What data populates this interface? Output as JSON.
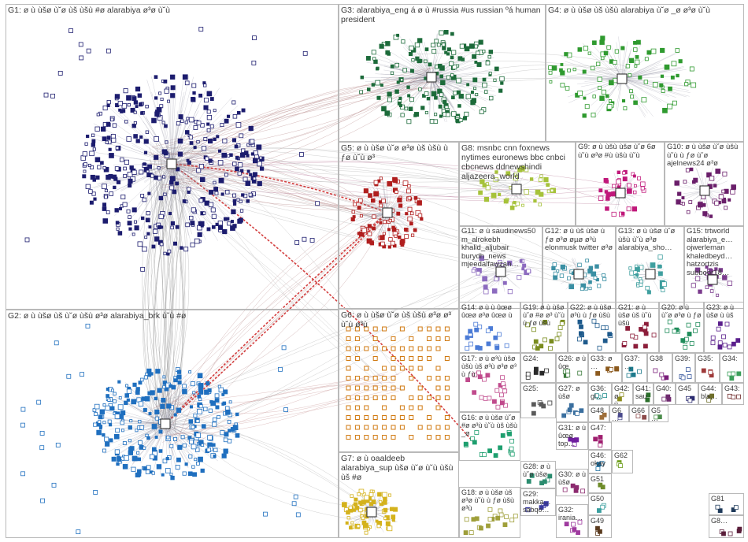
{
  "graph": {
    "groups": [
      {
        "id": "G1",
        "label": "G1: ø ù ùšø ù˘ø ùš ùšù #ø alarabiya ø³ø ù˘ù",
        "color": "#1c1c6e",
        "size": "large"
      },
      {
        "id": "G2",
        "label": "G2: ø ù ùšø ùš ù˘ø ùšù ø³ø alarabiya_brk ù˘ù #ø",
        "color": "#1f6fbf",
        "size": "large"
      },
      {
        "id": "G3",
        "label": "G3: alarabiya_eng á ø ù #russia #us russian ºá human president",
        "color": "#1c6b3a",
        "size": "large"
      },
      {
        "id": "G4",
        "label": "G4: ø ù ùšø ùš ùšù alarabiya ù˘ø _ø ø³ø ù˘ù",
        "color": "#2f9a2f",
        "size": "medium"
      },
      {
        "id": "G5",
        "label": "G5: ø ù ùšø ù˘ø ø³ø ùš ùšù ù ƒø ù˘ù ø³",
        "color": "#b01e1e",
        "size": "medium"
      },
      {
        "id": "G6",
        "label": "G6: ø ù ùšø ù˘ø ùš ùšù ø³ø ø³ ù˘ù ø³ù",
        "color": "#d07a12",
        "size": "medium"
      },
      {
        "id": "G7",
        "label": "G7: ø ù oaaldeeb alarabiya_sup ùšø ù˘ø ù˘ù ùšù ùš #ø",
        "color": "#d4b21c",
        "size": "medium"
      },
      {
        "id": "G8",
        "label": "G8: msnbc cnn foxnews nytimes euronews bbc cnbci cbcnews ddnewshindi aljazeera_world",
        "color": "#a6c23a",
        "size": "medium"
      },
      {
        "id": "G9",
        "label": "G9: ø ù ùšù ùšø ù˘ø 6ø ù˘ù ø³ø #ù ùšù ù˘ù",
        "color": "#c0187a",
        "size": "small"
      },
      {
        "id": "G10",
        "label": "G10: ø ù ùšø ù˘ø ùšù ù˘ù ù ƒø ù˘ø ajelnews24 ø³ø",
        "color": "#6a1e6a",
        "size": "small"
      },
      {
        "id": "G11",
        "label": "G11: ø ù saudinews50 m_alrokebh khalid_aljubair burydh_news mjeedalfawzan…",
        "color": "#8c6bbf",
        "size": "small"
      },
      {
        "id": "G12",
        "label": "G12: ø ù ùš ùšø ù ƒø ø³ø øµø ø³ù elonmusk twitter ø³ø",
        "color": "#3a8fa3",
        "size": "small"
      },
      {
        "id": "G13",
        "label": "G13: ø ù ùšø ù˘ø ùšù ù˘ù ø³ø alarabiya_sho…",
        "color": "#3f9f9f",
        "size": "small"
      },
      {
        "id": "G15",
        "label": "G15: trtworld alarabiya_e… ojwerleman khaledbeyd… hatzortzis subboor18…",
        "color": "#7a3a8c",
        "size": "small"
      },
      {
        "id": "G14",
        "label": "G14: ø ù ù ûœø ûœø ø³ø ûœø ù",
        "color": "#4b7bd6",
        "size": "tiny"
      },
      {
        "id": "G19",
        "label": "G19: ø ù ùšø ù˘ø #ø ø³ ù˘ù ù ƒø ùšù",
        "color": "#7a8c1e",
        "size": "tiny"
      },
      {
        "id": "G22",
        "label": "G22: ø ù ùšø ø³ù ù ƒø ùšù",
        "color": "#1e5a8c",
        "size": "tiny"
      },
      {
        "id": "G21",
        "label": "G21: ø ù ùšø ùš ù˘ù ùšù",
        "color": "#8c1e3a",
        "size": "tiny"
      },
      {
        "id": "G20",
        "label": "G20: ø ù ù˘ø ø³ø ù ƒø",
        "color": "#1e8c5a",
        "size": "tiny"
      },
      {
        "id": "G23",
        "label": "G23: ø ù ùšø ù ùš",
        "color": "#5a1e8c",
        "size": "tiny"
      },
      {
        "id": "G24",
        "label": "G24:",
        "color": "#2a2a2a",
        "size": "tiny"
      },
      {
        "id": "G26",
        "label": "G26: ø ù ûœ",
        "color": "#3a7a3a",
        "size": "tiny"
      },
      {
        "id": "G33",
        "label": "G33: ø …",
        "color": "#8c5a1e",
        "size": "tiny"
      },
      {
        "id": "G37",
        "label": "G37: …",
        "color": "#1e7a8c",
        "size": "tiny"
      },
      {
        "id": "G38",
        "label": "G38",
        "color": "#7a1e7a",
        "size": "tiny"
      },
      {
        "id": "G39",
        "label": "G39:",
        "color": "#3a5a9f",
        "size": "tiny"
      },
      {
        "id": "G35",
        "label": "G35:",
        "color": "#9f3a3a",
        "size": "tiny"
      },
      {
        "id": "G34",
        "label": "G34:",
        "color": "#3a9f5a",
        "size": "tiny"
      },
      {
        "id": "G17",
        "label": "G17: ø ù ø³ù ùšø ùšù ùš ø³ù ø³ø ø³ ù ƒù",
        "color": "#c04a8c",
        "size": "tiny"
      },
      {
        "id": "G25",
        "label": "G25:",
        "color": "#5a5a5a",
        "size": "tiny"
      },
      {
        "id": "G36",
        "label": "G36: gl…",
        "color": "#1e8c8c",
        "size": "tiny"
      },
      {
        "id": "G42",
        "label": "G42: ø ù…",
        "color": "#8c8c1e",
        "size": "tiny"
      },
      {
        "id": "G41",
        "label": "G41: sau…",
        "color": "#2a6f2a",
        "size": "tiny"
      },
      {
        "id": "G40",
        "label": "G40:",
        "color": "#6f2a6f",
        "size": "tiny"
      },
      {
        "id": "G45",
        "label": "G45",
        "color": "#2a2a6f",
        "size": "tiny"
      },
      {
        "id": "G44",
        "label": "G44: bla…",
        "color": "#6f6f2a",
        "size": "tiny"
      },
      {
        "id": "G43",
        "label": "G43:",
        "color": "#6f2a2a",
        "size": "tiny"
      },
      {
        "id": "G27",
        "label": "G27: ø ùšø",
        "color": "#3a6f9f",
        "size": "tiny"
      },
      {
        "id": "G48",
        "label": "G48",
        "color": "#9f6f3a",
        "size": "tiny"
      },
      {
        "id": "G6x",
        "label": "G6…",
        "color": "#4a4a8c",
        "size": "tiny"
      },
      {
        "id": "G66",
        "label": "G66",
        "color": "#8c4a4a",
        "size": "tiny"
      },
      {
        "id": "G5x",
        "label": "G5…",
        "color": "#4a8c4a",
        "size": "tiny"
      },
      {
        "id": "G16",
        "label": "G16: ø ù ùšø ù˘ø #ø ø³ù ù˘ù ùš ùšù _ø",
        "color": "#1e9f6f",
        "size": "tiny"
      },
      {
        "id": "G31",
        "label": "G31: ø ù ûœø top…",
        "color": "#6f1e9f",
        "size": "tiny"
      },
      {
        "id": "G47",
        "label": "G47:",
        "color": "#9f1e6f",
        "size": "tiny"
      },
      {
        "id": "G46",
        "label": "G46: okay…",
        "color": "#1e6f9f",
        "size": "tiny"
      },
      {
        "id": "G62",
        "label": "G62",
        "color": "#6f9f1e",
        "size": "tiny"
      },
      {
        "id": "G28",
        "label": "G28: ø ù ù˘ø ùšø",
        "color": "#2a8c6f",
        "size": "tiny"
      },
      {
        "id": "G30",
        "label": "G30: ø ù ùšø",
        "color": "#8c2a6f",
        "size": "tiny"
      },
      {
        "id": "G51",
        "label": "G51",
        "color": "#6f8c2a",
        "size": "tiny"
      },
      {
        "id": "G18",
        "label": "G18: ø ù ùšø ùš ø³ø ù˘ù ù ƒø ùšù ø³ù",
        "color": "#9f9f3a",
        "size": "tiny"
      },
      {
        "id": "G29",
        "label": "G29: makka… sabqo…",
        "color": "#3a3a9f",
        "size": "tiny"
      },
      {
        "id": "G32",
        "label": "G32: irania…",
        "color": "#9f3a9f",
        "size": "tiny"
      },
      {
        "id": "G50",
        "label": "G50",
        "color": "#3a9f9f",
        "size": "tiny"
      },
      {
        "id": "G49",
        "label": "G49",
        "color": "#5a3a1e",
        "size": "tiny"
      },
      {
        "id": "G81",
        "label": "G81",
        "color": "#1e3a5a",
        "size": "tiny"
      },
      {
        "id": "G8x",
        "label": "G8…",
        "color": "#5a1e3a",
        "size": "tiny"
      }
    ]
  }
}
